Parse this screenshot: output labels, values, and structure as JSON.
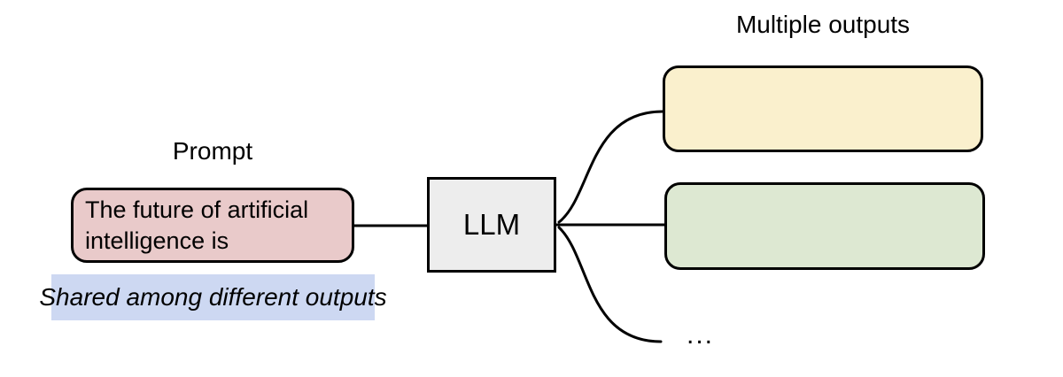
{
  "diagram": {
    "outputs_label": "Multiple outputs",
    "prompt": {
      "label": "Prompt",
      "text": "The future of artificial intelligence is",
      "note": "Shared among different outputs"
    },
    "llm": {
      "label": "LLM"
    },
    "ellipsis": "...",
    "colors": {
      "background": "#ffffff",
      "stroke": "#000000",
      "prompt_fill": "#e9caca",
      "note_fill": "#cdd8f2",
      "llm_fill": "#ededed",
      "output_top_fill": "#faf0cd",
      "output_middle_fill": "#dde8d2"
    }
  }
}
